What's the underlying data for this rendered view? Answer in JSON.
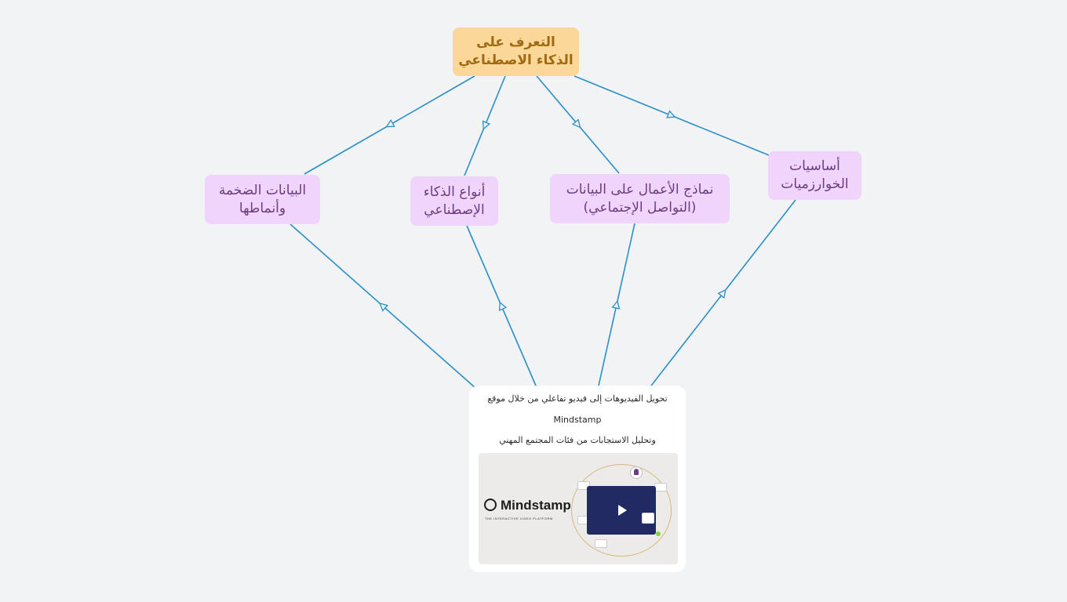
{
  "diagram": {
    "root": "التعرف على\nالذكاء الاصطناعي",
    "branches": [
      "البيانات الضخمة\nوأنماطها",
      "أنواع الذكاء\nالإصطناعي",
      "نماذج الأعمال على البيانات\n(التواصل الإجتماعي)",
      "أساسيات\nالخوارزميات"
    ],
    "card": {
      "line1": "تحويل الفيديوهات إلى فيديو تفاعلي من خلال موقع",
      "line2": "Mindstamp",
      "line3": "وتحليل الاستجابات من فئات المجتمع المهني",
      "thumbnail": {
        "brand": "Mindstamp",
        "tagline": "THE INTERACTIVE VIDEO PLATFORM",
        "icons": [
          "play-icon",
          "user-avatar-icon",
          "shirt-icon"
        ]
      }
    }
  },
  "colors": {
    "background": "#f1f3f5",
    "root_fill": "#fcd79a",
    "root_text": "#a06a10",
    "branch_fill": "#f0d4fb",
    "branch_text": "#6b3d80",
    "connector": "#2a8fc7"
  }
}
